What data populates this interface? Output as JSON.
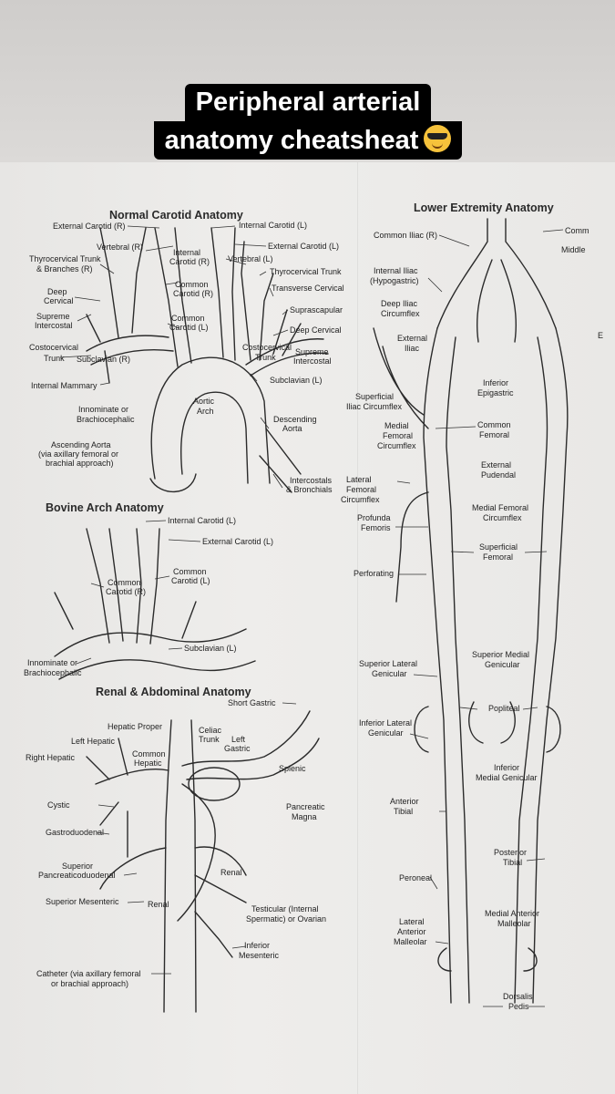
{
  "caption": {
    "line1": "Peripheral arterial",
    "line2": "anatomy cheatsheat",
    "emoji": "😎"
  },
  "sections": {
    "carotid": "Normal Carotid Anatomy",
    "bovine": "Bovine Arch Anatomy",
    "renal": "Renal & Abdominal Anatomy",
    "lower": "Lower Extremity Anatomy"
  },
  "labels": {
    "ext_carotid_r": "External Carotid (R)",
    "int_carotid_l": "Internal Carotid (L)",
    "vertebral_r": "Vertebral (R)",
    "internal_carotid_r_1": "Internal",
    "internal_carotid_r_2": "Carotid (R)",
    "ext_carotid_l": "External Carotid (L)",
    "thyro_r_1": "Thyrocervical Trunk",
    "thyro_r_2": "& Branches (R)",
    "vertebral_l": "Vertebral (L)",
    "common_carotid_r_1": "Common",
    "common_carotid_r_2": "Carotid (R)",
    "thyro_l": "Thyrocervical Trunk",
    "deep_cervical_l_1": "Deep",
    "deep_cervical_l_2": "Cervical",
    "transverse_cervical": "Transverse Cervical",
    "supreme_ic_l_1": "Supreme",
    "supreme_ic_l_2": "Intercostal",
    "common_carotid_l_1": "Common",
    "common_carotid_l_2": "Carotid (L)",
    "suprascapular": "Suprascapular",
    "deep_cervical_r": "Deep Cervical",
    "costocervical_l_1": "Costocervical",
    "costocervical_l_2": "Trunk",
    "subclavian_r": "Subclavian (R)",
    "costocervical_r_1": "Costocervical",
    "costocervical_r_2": "Trunk",
    "supreme_ic_r_1": "Supreme",
    "supreme_ic_r_2": "Intercostal",
    "subclavian_l": "Subclavian (L)",
    "internal_mammary": "Internal Mammary",
    "aortic_arch_1": "Aortic",
    "aortic_arch_2": "Arch",
    "innominate_1": "Innominate or",
    "innominate_2": "Brachiocephalic",
    "descending_aorta_1": "Descending",
    "descending_aorta_2": "Aorta",
    "ascending_1": "Ascending Aorta",
    "ascending_2": "(via axillary femoral or",
    "ascending_3": "brachial approach)",
    "intercostals_1": "Intercostals",
    "intercostals_2": "& Bronchials",
    "bov_int_carotid": "Internal Carotid (L)",
    "bov_ext_carotid": "External Carotid (L)",
    "bov_cc_l_1": "Common",
    "bov_cc_l_2": "Carotid (L)",
    "bov_cc_r_1": "Common",
    "bov_cc_r_2": "Carotid (R)",
    "bov_subclavian": "Subclavian (L)",
    "bov_innominate_1": "Innominate or",
    "bov_innominate_2": "Brachiocephalic",
    "short_gastric": "Short Gastric",
    "hepatic_proper": "Hepatic Proper",
    "celiac_1": "Celiac",
    "celiac_2": "Trunk",
    "left_gastric_1": "Left",
    "left_gastric_2": "Gastric",
    "left_hepatic": "Left Hepatic",
    "common_hepatic_1": "Common",
    "common_hepatic_2": "Hepatic",
    "right_hepatic": "Right Hepatic",
    "splenic": "Splenic",
    "cystic": "Cystic",
    "pancreatic_magna_1": "Pancreatic",
    "pancreatic_magna_2": "Magna",
    "gastroduodenal": "Gastroduodenal",
    "sup_pancreatico_1": "Superior",
    "sup_pancreatico_2": "Pancreaticoduodenal",
    "renal_r": "Renal",
    "sup_mesenteric": "Superior Mesenteric",
    "renal_l": "Renal",
    "testicular_1": "Testicular (Internal",
    "testicular_2": "Spermatic) or Ovarian",
    "inf_mesenteric_1": "Inferior",
    "inf_mesenteric_2": "Mesenteric",
    "catheter_1": "Catheter (via axillary femoral",
    "catheter_2": "or brachial approach)",
    "common_iliac_r": "Common Iliac (R)",
    "common_iliac_l": "Comm",
    "middle": "Middle",
    "internal_iliac_1": "Internal Iliac",
    "internal_iliac_2": "(Hypogastric)",
    "deep_iliac_1": "Deep Iliac",
    "deep_iliac_2": "Circumflex",
    "external_iliac_1": "External",
    "external_iliac_2": "Iliac",
    "edge_e": "E",
    "inferior_epigastric_1": "Inferior",
    "inferior_epigastric_2": "Epigastric",
    "sup_iliac_circ_1": "Superficial",
    "sup_iliac_circ_2": "Iliac Circumflex",
    "medial_fem_circ_top_1": "Medial",
    "medial_fem_circ_top_2": "Femoral",
    "medial_fem_circ_top_3": "Circumflex",
    "common_femoral_1": "Common",
    "common_femoral_2": "Femoral",
    "external_pudendal_1": "External",
    "external_pudendal_2": "Pudendal",
    "lat_fem_circ_1": "Lateral",
    "lat_fem_circ_2": "Femoral",
    "lat_fem_circ_3": "Circumflex",
    "medial_fem_circ_1": "Medial Femoral",
    "medial_fem_circ_2": "Circumflex",
    "profunda_1": "Profunda",
    "profunda_2": "Femoris",
    "superficial_femoral_1": "Superficial",
    "superficial_femoral_2": "Femoral",
    "perforating": "Perforating",
    "sup_lat_genicular_1": "Superior Lateral",
    "sup_lat_genicular_2": "Genicular",
    "sup_med_genicular_1": "Superior Medial",
    "sup_med_genicular_2": "Genicular",
    "popliteal": "Popliteal",
    "inf_lat_genicular_1": "Inferior Lateral",
    "inf_lat_genicular_2": "Genicular",
    "inf_med_genicular_1": "Inferior",
    "inf_med_genicular_2": "Medial Genicular",
    "anterior_tibial_1": "Anterior",
    "anterior_tibial_2": "Tibial",
    "posterior_tibial_1": "Posterior",
    "posterior_tibial_2": "Tibial",
    "peroneal": "Peroneal",
    "lat_ant_malleolar_1": "Lateral",
    "lat_ant_malleolar_2": "Anterior",
    "lat_ant_malleolar_3": "Malleolar",
    "med_ant_malleolar_1": "Medial Anterior",
    "med_ant_malleolar_2": "Malleolar",
    "dorsalis_1": "Dorsalis",
    "dorsalis_2": "Pedis"
  }
}
